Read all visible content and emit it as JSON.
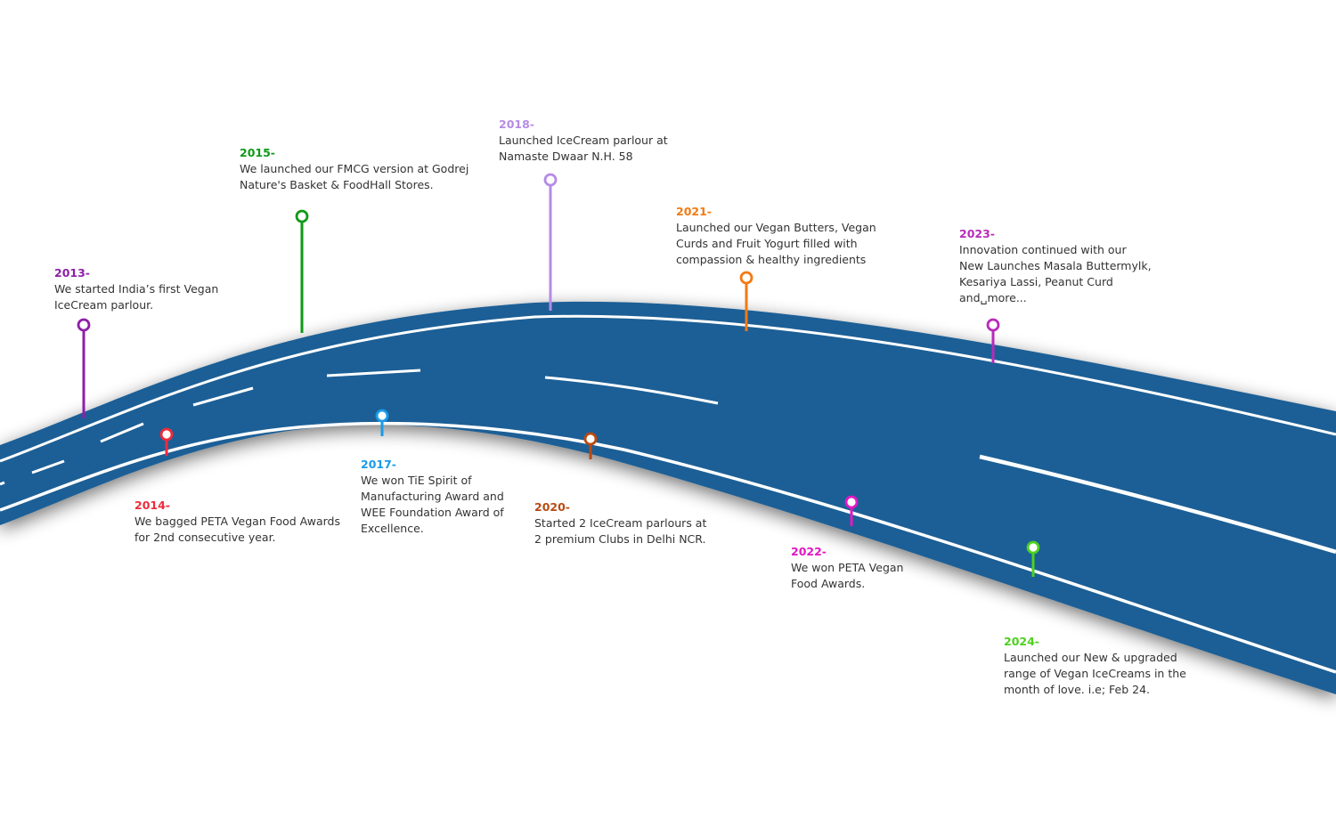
{
  "diagram": {
    "type": "roadmap-timeline",
    "road_color": "#1B5E96",
    "lane_marking_color": "#FFFFFF"
  },
  "milestones": [
    {
      "year": "2013-",
      "text": "We started India’s first Vegan\nIceCream parlour.",
      "color": "#8E1FA8",
      "side": "top"
    },
    {
      "year": "2014-",
      "text": "We bagged PETA Vegan Food Awards\nfor 2nd consecutive year.",
      "color": "#EE2B3B",
      "side": "bottom"
    },
    {
      "year": "2015-",
      "text": "We launched our FMCG version at Godrej\nNature's Basket & FoodHall Stores.",
      "color": "#0E9A17",
      "side": "top"
    },
    {
      "year": "2017-",
      "text": "We won TiE Spirit of\nManufacturing Award and\nWEE Foundation Award of\nExcellence.",
      "color": "#1A9BE8",
      "side": "bottom"
    },
    {
      "year": "2018-",
      "text": "Launched IceCream parlour at\nNamaste Dwaar N.H. 58",
      "color": "#B58BE6",
      "side": "top"
    },
    {
      "year": "2020-",
      "text": "Started 2 IceCream parlours at\n2 premium Clubs in Delhi NCR.",
      "color": "#B84A12",
      "side": "bottom"
    },
    {
      "year": "2021-",
      "text": "Launched our Vegan Butters, Vegan\nCurds and Fruit Yogurt filled with\ncompassion & healthy ingredients",
      "color": "#F27A12",
      "side": "top"
    },
    {
      "year": "2022-",
      "text": "We won PETA Vegan\nFood Awards.",
      "color": "#E317C4",
      "side": "bottom"
    },
    {
      "year": "2023-",
      "text": "Innovation continued with our\nNew Launches Masala Buttermylk,\nKesariya Lassi, Peanut Curd\nand␣more...",
      "color": "#B82BB8",
      "side": "top"
    },
    {
      "year": "2024-",
      "text": "Launched our New & upgraded\nrange of Vegan IceCreams in the\nmonth of love. i.e; Feb 24.",
      "color": "#4CD11F",
      "side": "bottom"
    }
  ]
}
